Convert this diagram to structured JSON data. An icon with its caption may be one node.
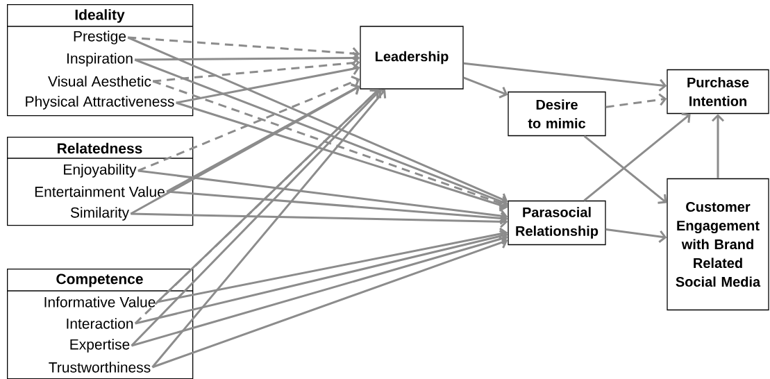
{
  "diagram": {
    "nodes": [
      {
        "text": [
          "Ideality"
        ]
      },
      {
        "text": [
          "Prestige"
        ],
        "in": 0
      },
      {
        "text": [
          "Inspiration"
        ],
        "in": 0
      },
      {
        "text": [
          "Visual Aesthetic"
        ],
        "in": 0
      },
      {
        "text": [
          "Physical Attractiveness"
        ],
        "in": 0
      },
      {
        "text": [
          "Relatedness"
        ]
      },
      {
        "text": [
          "Enjoyability"
        ],
        "in": 5
      },
      {
        "text": [
          "Entertainment Value"
        ],
        "in": 5
      },
      {
        "text": [
          "Similarity"
        ],
        "in": 5
      },
      {
        "text": [
          "Competence"
        ]
      },
      {
        "text": [
          "Informative Value"
        ],
        "in": 9
      },
      {
        "text": [
          "Interaction"
        ],
        "in": 9
      },
      {
        "text": [
          "Expertise"
        ],
        "in": 9
      },
      {
        "text": [
          "Trustworthiness"
        ],
        "in": 9
      },
      {
        "text": [
          "Leadership"
        ]
      },
      {
        "text": [
          "Desire to mimic"
        ]
      },
      {
        "text": [
          "Parasocial Relationship"
        ]
      },
      {
        "text": [
          "Purchase Intention"
        ]
      },
      {
        "text": [
          "Customer Engagement with Brand Related Social Media"
        ]
      }
    ],
    "edges": [
      {
        "from": 1,
        "to": 14,
        "arrow": "to",
        "style": "dashed"
      },
      {
        "from": 1,
        "to": 16,
        "arrow": "to"
      },
      {
        "from": 2,
        "to": 14,
        "arrow": "to"
      },
      {
        "from": 2,
        "to": 16,
        "arrow": "to"
      },
      {
        "from": 3,
        "to": 14,
        "arrow": "to",
        "style": "dashed"
      },
      {
        "from": 3,
        "to": 16,
        "arrow": "to",
        "style": "dashed"
      },
      {
        "from": 4,
        "to": 14,
        "arrow": "to"
      },
      {
        "from": 4,
        "to": 16,
        "arrow": "to"
      },
      {
        "from": 6,
        "to": 14,
        "arrow": "to",
        "style": "dashed"
      },
      {
        "from": 6,
        "to": 16,
        "arrow": "to"
      },
      {
        "from": 7,
        "to": 14,
        "arrow": "to"
      },
      {
        "from": 7,
        "to": 16,
        "arrow": "to"
      },
      {
        "from": 8,
        "to": 14,
        "arrow": "to"
      },
      {
        "from": 8,
        "to": 16,
        "arrow": "to"
      },
      {
        "from": 10,
        "to": 14,
        "arrow": "to"
      },
      {
        "from": 10,
        "to": 16,
        "arrow": "to"
      },
      {
        "from": 11,
        "to": 14,
        "arrow": "to",
        "style": "dashed"
      },
      {
        "from": 11,
        "to": 16,
        "arrow": "to"
      },
      {
        "from": 12,
        "to": 14,
        "arrow": "to"
      },
      {
        "from": 12,
        "to": 16,
        "arrow": "to"
      },
      {
        "from": 13,
        "to": 14,
        "arrow": "to"
      },
      {
        "from": 13,
        "to": 16,
        "arrow": "to"
      },
      {
        "from": 14,
        "to": 17,
        "arrow": "to"
      },
      {
        "from": 14,
        "to": 15,
        "arrow": "to"
      },
      {
        "from": 15,
        "to": 17,
        "arrow": "to",
        "style": "dashed"
      },
      {
        "from": 15,
        "to": 18,
        "arrow": "to"
      },
      {
        "from": 16,
        "to": 17,
        "arrow": "to"
      },
      {
        "from": 16,
        "to": 18,
        "arrow": "to"
      },
      {
        "from": 18,
        "to": 17,
        "arrow": "to"
      }
    ]
  }
}
